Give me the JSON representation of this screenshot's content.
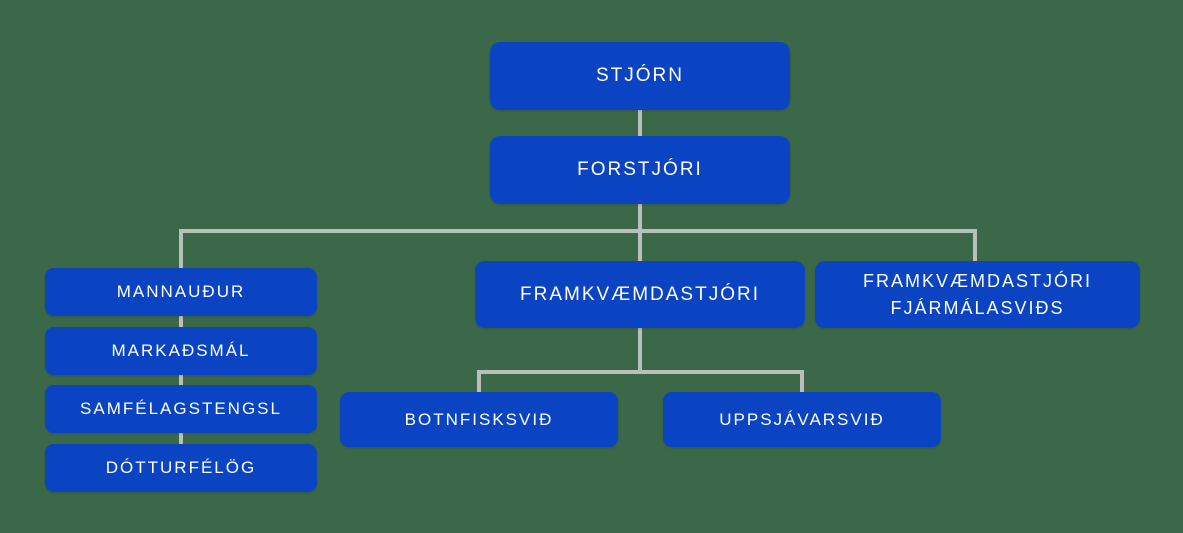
{
  "colors": {
    "background": "#3c684a",
    "node_fill": "#0a44c2",
    "node_text": "#ffffff",
    "connector": "#b9bfb9"
  },
  "org_chart": {
    "type": "organizational-chart",
    "nodes": {
      "stjorn": "STJÓRN",
      "forstjori": "FORSTJÓRI",
      "mannaudur": "MANNAUÐUR",
      "markadsmal": "MARKAÐSMÁL",
      "samfelagstengsl": "SAMFÉLAGSTENGSL",
      "dotturfelog": "DÓTTURFÉLÖG",
      "framkvaemdastjori": "FRAMKVÆMDASTJÓRI",
      "framkvaemdastjori_fjarmalasvids_line1": "FRAMKVÆMDASTJÓRI",
      "framkvaemdastjori_fjarmalasvids_line2": "FJÁRMÁLASVIÐS",
      "botnfisksvid": "BOTNFISKSVIÐ",
      "uppsjavarsvid": "UPPSJÁVARSVIÐ"
    },
    "edges": [
      [
        "STJÓRN",
        "FORSTJÓRI"
      ],
      [
        "FORSTJÓRI",
        "MANNAUÐUR"
      ],
      [
        "MANNAUÐUR",
        "MARKAÐSMÁL"
      ],
      [
        "MARKAÐSMÁL",
        "SAMFÉLAGSTENGSL"
      ],
      [
        "SAMFÉLAGSTENGSL",
        "DÓTTURFÉLÖG"
      ],
      [
        "FORSTJÓRI",
        "FRAMKVÆMDASTJÓRI"
      ],
      [
        "FORSTJÓRI",
        "FRAMKVÆMDASTJÓRI FJÁRMÁLASVIÐS"
      ],
      [
        "FRAMKVÆMDASTJÓRI",
        "BOTNFISKSVIÐ"
      ],
      [
        "FRAMKVÆMDASTJÓRI",
        "UPPSJÁVARSVIÐ"
      ]
    ]
  }
}
